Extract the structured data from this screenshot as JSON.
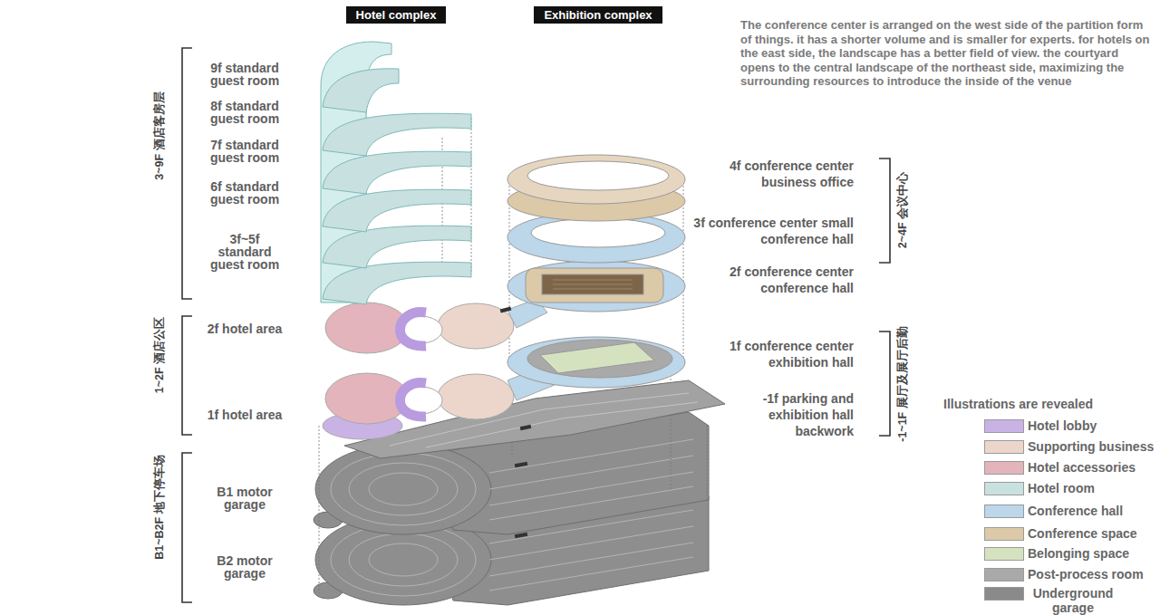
{
  "diagram": {
    "nodes": [
      {
        "text": [
          "Hotel complex"
        ]
      },
      {
        "text": [
          "Exhibition complex"
        ]
      }
    ],
    "labels": [
      "The conference center is arranged on the west side of the partition form of things. it has a shorter volume and is smaller for experts. for hotels on the east side, the landscape has a better field of view. the courtyard opens to the central landscape of the northeast side, maximizing the surrounding resources to introduce the inside of the venue",
      "9f standard guest room",
      "8f standard guest room",
      "7f standard guest room",
      "6f standard guest room",
      "3f~5f standard guest room",
      "2f hotel area",
      "1f hotel area",
      "B1 motor garage",
      "B2 motor garage",
      "4f conference center business office",
      "3f conference center small conference hall",
      "2f conference center conference hall",
      "1f conference center exhibition hall",
      "-1f parking and exhibition hall backwork",
      "3~9F 酒店客房层",
      "1~2F 酒店公区",
      "B1~B2F 地下停车场",
      "2~4F 会议中心",
      "-1~1F 展厅及展厅后勤",
      "Illustrations are revealed"
    ],
    "legend": [
      {
        "text": "Hotel lobby",
        "color": "#c9b3e4"
      },
      {
        "text": "Supporting business",
        "color": "#ecd6cb"
      },
      {
        "text": "Hotel accessories",
        "color": "#e4b4bd"
      },
      {
        "text": "Hotel room",
        "color": "#c8e0e0"
      },
      {
        "text": "Conference hall",
        "color": "#bcd6ea"
      },
      {
        "text": "Conference space",
        "color": "#dcc9a8"
      },
      {
        "text": "Belonging space",
        "color": "#d5e2c0"
      },
      {
        "text": "Post-process room",
        "color": "#a9a9a9"
      },
      {
        "text": "Underground garage",
        "color": "#8a8a8a"
      }
    ]
  }
}
